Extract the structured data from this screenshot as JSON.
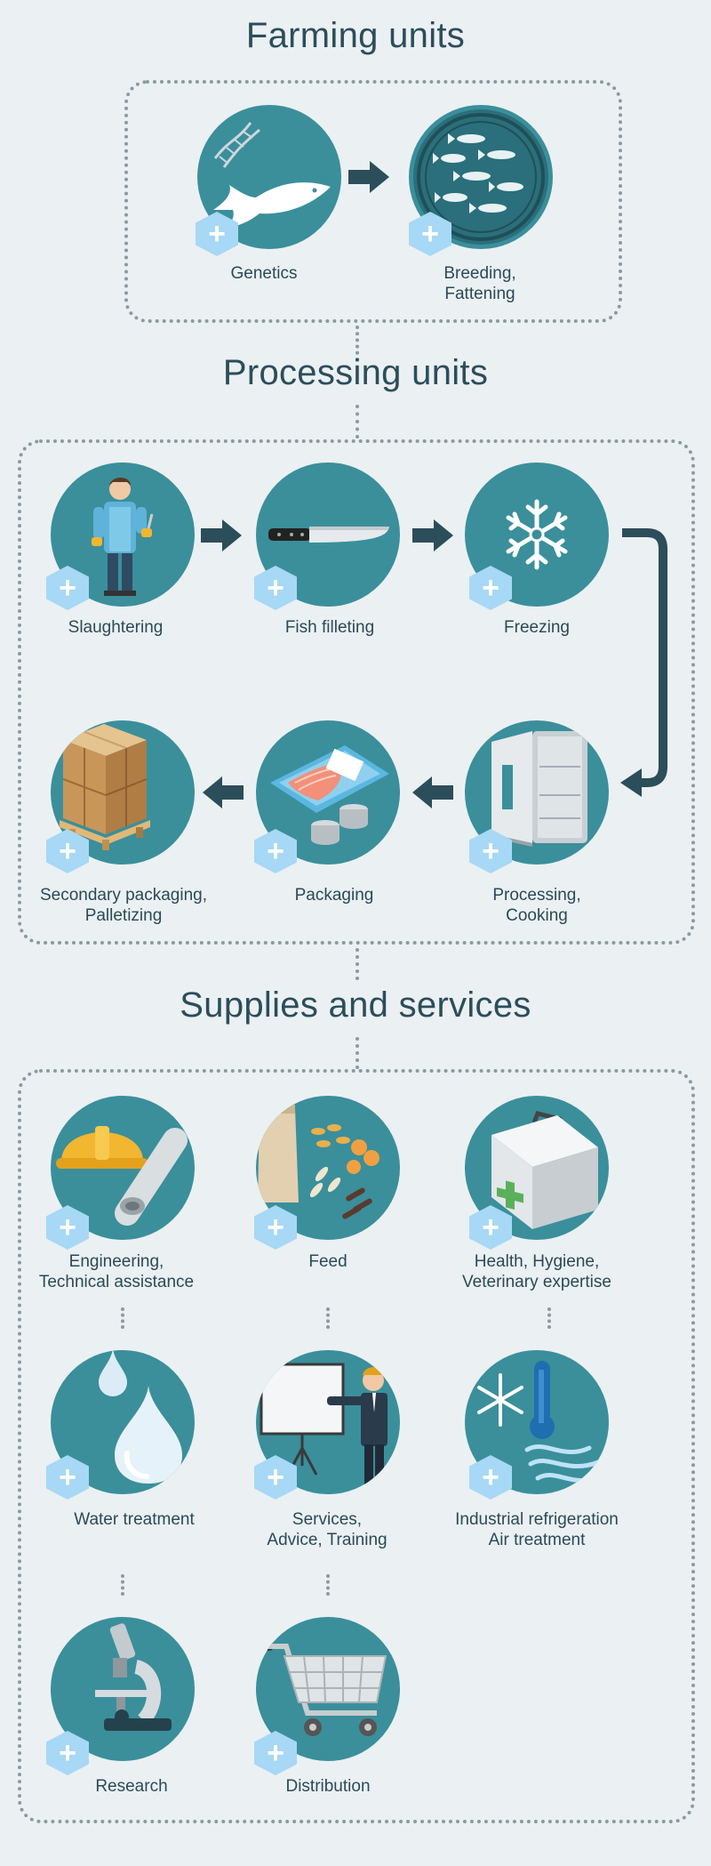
{
  "sections": {
    "farming": {
      "title": "Farming units",
      "units": [
        {
          "label": "Genetics",
          "icon": "dna-fish-icon"
        },
        {
          "label": "Breeding,\nFattening",
          "icon": "fish-school-icon"
        }
      ]
    },
    "processing": {
      "title": "Processing units",
      "units": [
        {
          "label": "Slaughtering",
          "icon": "worker-icon"
        },
        {
          "label": "Fish filleting",
          "icon": "knife-icon"
        },
        {
          "label": "Freezing",
          "icon": "snowflake-icon"
        },
        {
          "label": "Processing,\nCooking",
          "icon": "refrigerator-icon"
        },
        {
          "label": "Packaging",
          "icon": "salmon-tray-icon"
        },
        {
          "label": "Secondary packaging,\nPalletizing",
          "icon": "pallet-boxes-icon"
        }
      ]
    },
    "supplies": {
      "title": "Supplies and services",
      "units": [
        {
          "label": "Engineering,\nTechnical assistance",
          "icon": "helmet-pipe-icon"
        },
        {
          "label": "Feed",
          "icon": "feed-sack-icon"
        },
        {
          "label": "Health, Hygiene,\nVeterinary expertise",
          "icon": "first-aid-kit-icon"
        },
        {
          "label": "Water treatment",
          "icon": "water-drops-icon"
        },
        {
          "label": "Services,\nAdvice, Training",
          "icon": "presenter-board-icon"
        },
        {
          "label": "Industrial refrigeration\nAir treatment",
          "icon": "thermometer-wind-icon"
        },
        {
          "label": "Research",
          "icon": "microscope-icon"
        },
        {
          "label": "Distribution",
          "icon": "shopping-cart-icon"
        }
      ]
    }
  },
  "colors": {
    "background": "#ebf0f3",
    "circle": "#3a8f9b",
    "plus_badge": "#a7d8f5",
    "arrow": "#2c4d5a",
    "title": "#2c4d5a"
  },
  "plus_symbol": "+"
}
